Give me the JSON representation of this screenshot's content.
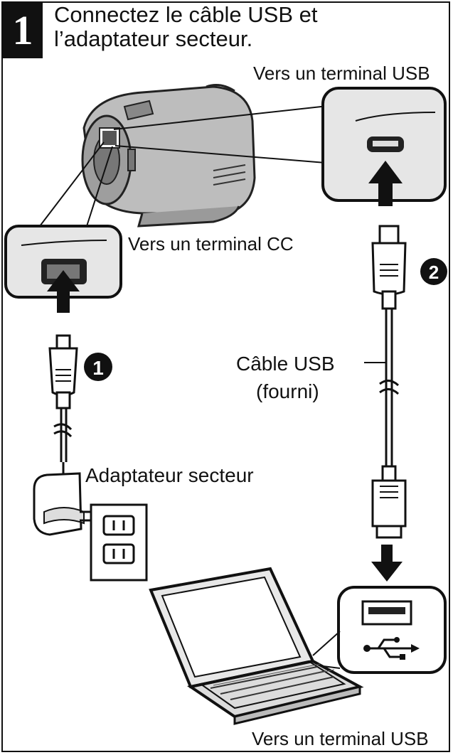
{
  "step": {
    "number": "1"
  },
  "title": {
    "line1": "Connectez le câble USB et",
    "line2": "l’adaptateur secteur."
  },
  "labels": {
    "usb_terminal_top": "Vers un terminal USB",
    "dc_terminal": "Vers un terminal CC",
    "usb_cable": "Câble USB",
    "usb_cable_supplied": "(fourni)",
    "ac_adapter": "Adaptateur secteur",
    "usb_terminal_bottom": "Vers un terminal USB"
  },
  "callouts": {
    "one": "1",
    "two": "2"
  },
  "icons": [
    "camcorder-icon",
    "usb-port-icon",
    "dc-port-icon",
    "ac-adapter-icon",
    "wall-outlet-icon",
    "laptop-icon",
    "usb-symbol-icon"
  ]
}
